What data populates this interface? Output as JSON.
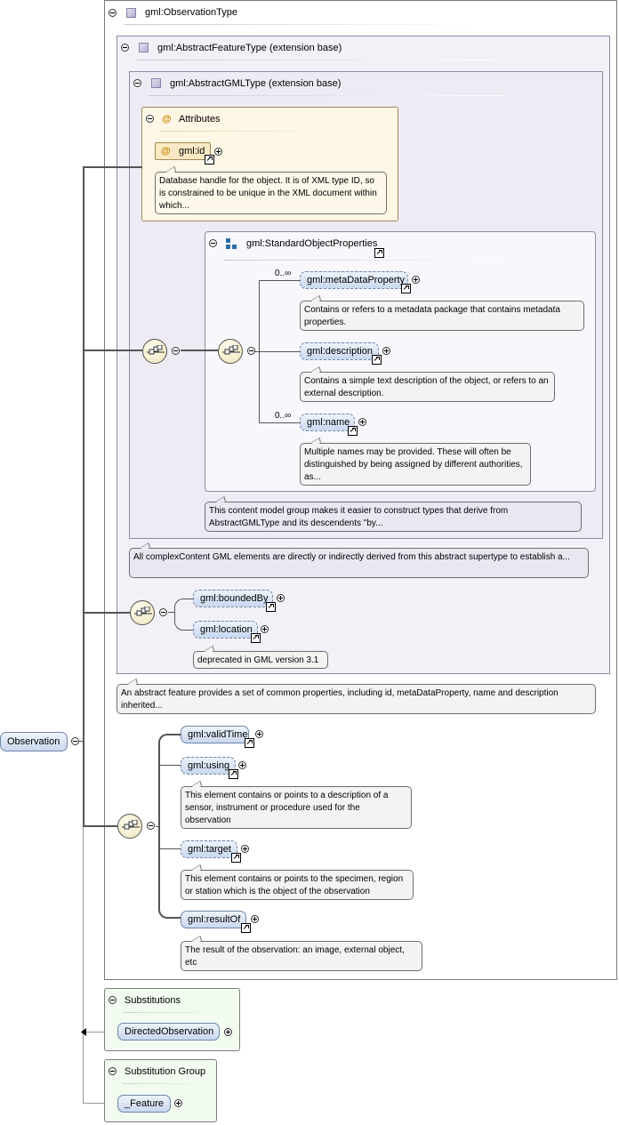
{
  "root": {
    "label": "Observation"
  },
  "observation_type": {
    "title": "gml:ObservationType"
  },
  "abstract_feature_type": {
    "title": "gml:AbstractFeatureType (extension base)",
    "note": "An abstract feature provides a set of common properties, including id, metaDataProperty, name and description inherited..."
  },
  "abstract_gml_type": {
    "title": "gml:AbstractGMLType (extension base)",
    "note": "All complexContent GML elements are directly or indirectly derived from this abstract supertype to establish a..."
  },
  "attributes": {
    "title": "Attributes",
    "id_label": "gml:id",
    "id_note": "Database handle for the object. It is of XML type ID, so is constrained to be unique in the XML document within which..."
  },
  "standard_object_properties": {
    "title": "gml:StandardObjectProperties",
    "note": "This content model group makes it easier to construct types that derive from AbstractGMLType and its descendents \"by...",
    "items": [
      {
        "label": "gml:metaDataProperty",
        "occurrence": "0..∞",
        "note": "Contains or refers to a metadata package that contains metadata properties."
      },
      {
        "label": "gml:description",
        "occurrence": "",
        "note": "Contains a simple text description of the object, or refers to an external description."
      },
      {
        "label": "gml:name",
        "occurrence": "0..∞",
        "note": "Multiple names may be provided. These will often be distinguished by being assigned by different authorities, as..."
      }
    ]
  },
  "feature_props": {
    "items": [
      {
        "label": "gml:boundedBy",
        "note": ""
      },
      {
        "label": "gml:location",
        "note": "deprecated in GML version 3.1"
      }
    ]
  },
  "observation_props": {
    "items": [
      {
        "label": "gml:validTime",
        "note": ""
      },
      {
        "label": "gml:using",
        "note": "This element contains or points to a description of a sensor, instrument or procedure used for the observation"
      },
      {
        "label": "gml:target",
        "note": "This element contains or points to the specimen, region or station which is the object of the observation"
      },
      {
        "label": "gml:resultOf",
        "note": "The result of the observation: an image, external object, etc"
      }
    ]
  },
  "substitutions": {
    "title": "Substitutions",
    "item": "DirectedObservation"
  },
  "substitution_group": {
    "title": "Substitution Group",
    "item": "_Feature"
  }
}
